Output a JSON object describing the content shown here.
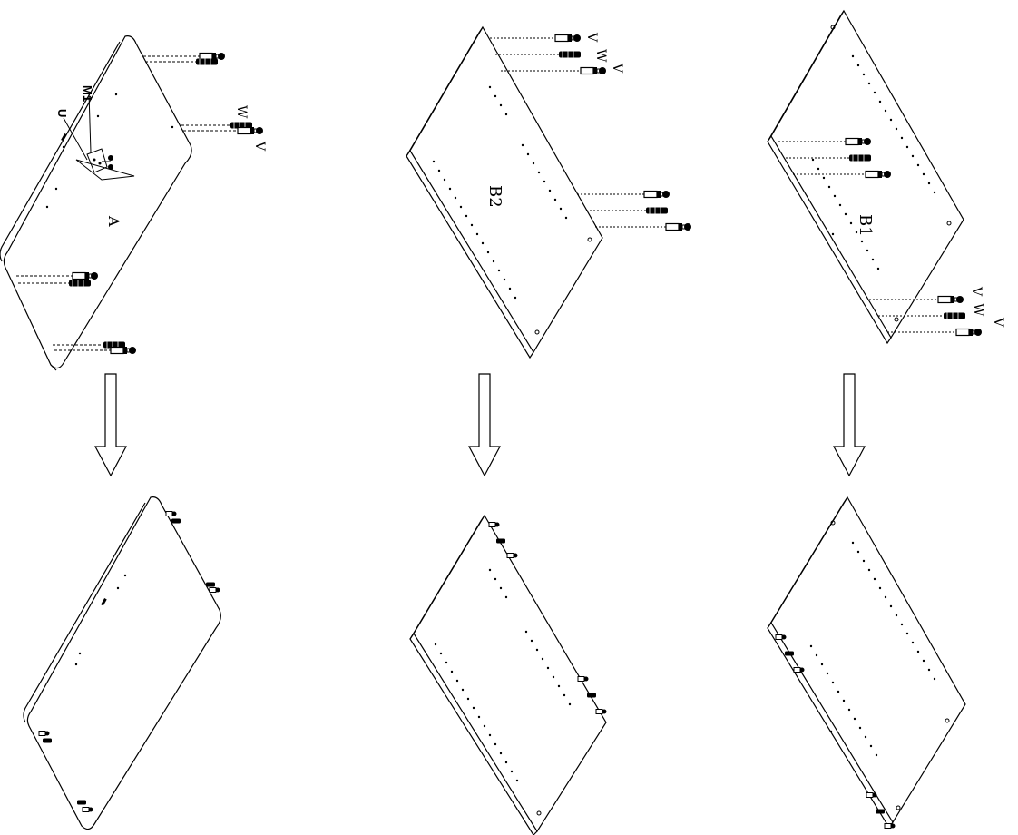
{
  "panel_labels": {
    "a": "A",
    "b2": "B2",
    "b1": "B1"
  },
  "part_labels": {
    "u": "U",
    "m1": "M1",
    "v": "V",
    "w": "W"
  },
  "colors": {
    "line": "#000000",
    "background": "#ffffff"
  },
  "icons": [
    "down-arrow-icon"
  ]
}
